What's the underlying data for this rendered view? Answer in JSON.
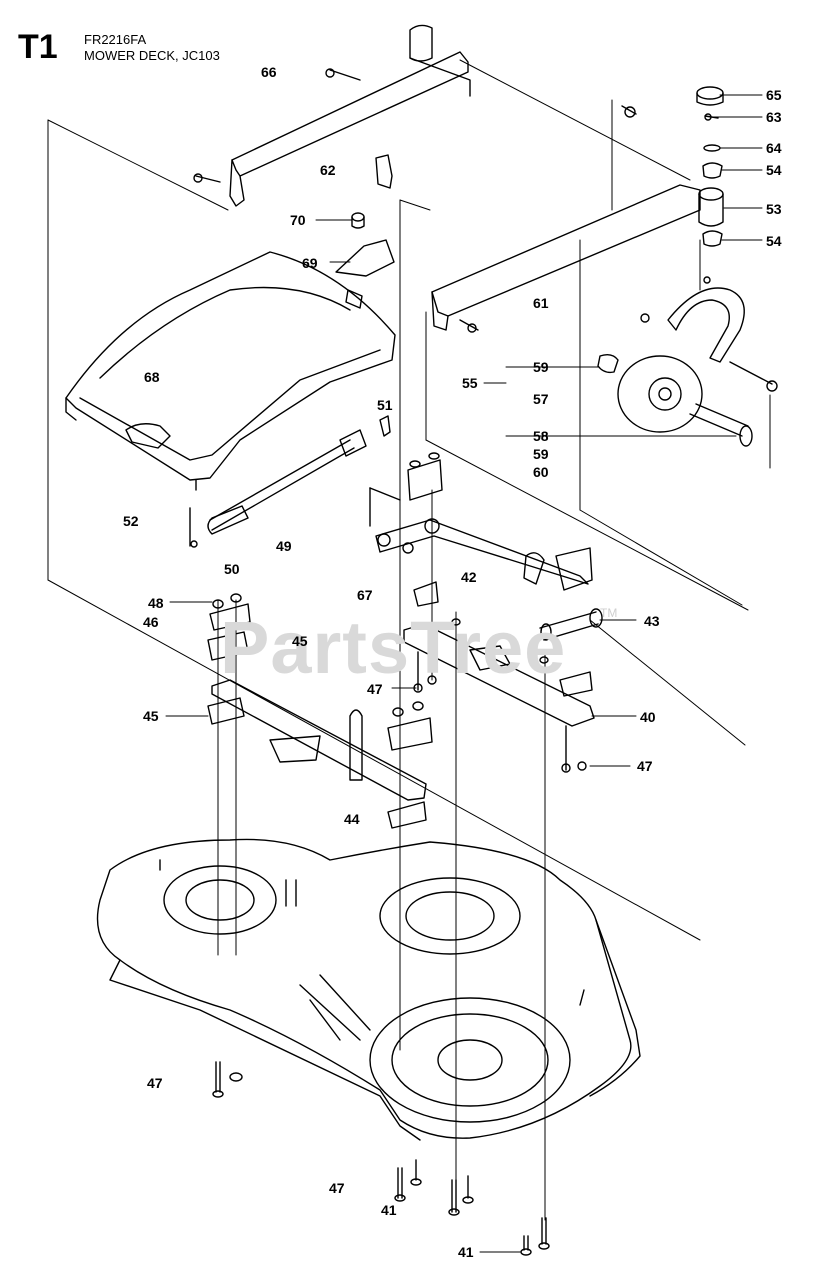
{
  "header": {
    "section": "T1",
    "model": "FR2216FA",
    "title": "MOWER DECK, JC103"
  },
  "watermark": {
    "text": "PartsTree",
    "tm": "TM"
  },
  "callouts": [
    {
      "id": "c66",
      "text": "66"
    },
    {
      "id": "c65",
      "text": "65"
    },
    {
      "id": "c63",
      "text": "63"
    },
    {
      "id": "c64",
      "text": "64"
    },
    {
      "id": "c54a",
      "text": "54"
    },
    {
      "id": "c53",
      "text": "53"
    },
    {
      "id": "c54b",
      "text": "54"
    },
    {
      "id": "c62",
      "text": "62"
    },
    {
      "id": "c70",
      "text": "70"
    },
    {
      "id": "c69",
      "text": "69"
    },
    {
      "id": "c61",
      "text": "61"
    },
    {
      "id": "c68",
      "text": "68"
    },
    {
      "id": "c59a",
      "text": "59"
    },
    {
      "id": "c55",
      "text": "55"
    },
    {
      "id": "c57",
      "text": "57"
    },
    {
      "id": "c51",
      "text": "51"
    },
    {
      "id": "c58",
      "text": "58"
    },
    {
      "id": "c59b",
      "text": "59"
    },
    {
      "id": "c60",
      "text": "60"
    },
    {
      "id": "c52",
      "text": "52"
    },
    {
      "id": "c49",
      "text": "49"
    },
    {
      "id": "c50",
      "text": "50"
    },
    {
      "id": "c42",
      "text": "42"
    },
    {
      "id": "c67",
      "text": "67"
    },
    {
      "id": "c48",
      "text": "48"
    },
    {
      "id": "c46",
      "text": "46"
    },
    {
      "id": "c43",
      "text": "43"
    },
    {
      "id": "c45a",
      "text": "45"
    },
    {
      "id": "c47a",
      "text": "47"
    },
    {
      "id": "c45b",
      "text": "45"
    },
    {
      "id": "c40",
      "text": "40"
    },
    {
      "id": "c47b",
      "text": "47"
    },
    {
      "id": "c44",
      "text": "44"
    },
    {
      "id": "c47c",
      "text": "47"
    },
    {
      "id": "c47d",
      "text": "47"
    },
    {
      "id": "c41a",
      "text": "41"
    },
    {
      "id": "c41b",
      "text": "41"
    }
  ],
  "colors": {
    "line": "#000000",
    "watermark": "#d9d9d9"
  }
}
